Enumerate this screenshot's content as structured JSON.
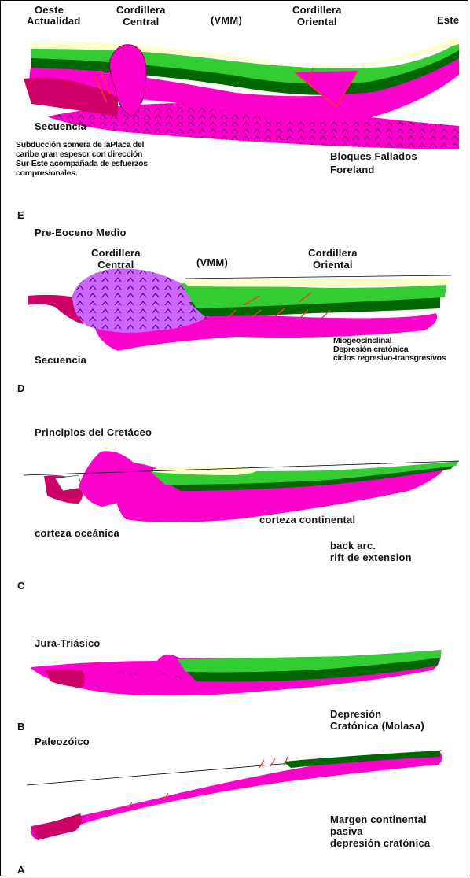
{
  "colors": {
    "magenta": "#ff00cc",
    "dark_magenta": "#cc0066",
    "purple": "#9933ff",
    "light_purple": "#cc66ff",
    "green": "#33cc33",
    "dark_green": "#006600",
    "cream": "#ffffcc",
    "red_fault": "#ff3333",
    "frame": "#000000"
  },
  "panel_E": {
    "labels": {
      "oeste": "Oeste",
      "actualidad": "Actualidad",
      "cordillera_central": "Cordillera\nCentral",
      "vmm": "(VMM)",
      "cordillera_oriental": "Cordillera\nOriental",
      "este": "Este",
      "secuencia": "Secuencia",
      "description": "Subducción somera de laPlaca del\ncaribe gran espesor con dirección\nSur-Este acompañada de esfuerzos\ncompresionales.",
      "bloques": "Bloques Fallados\nForeland",
      "letter": "E"
    }
  },
  "panel_D": {
    "labels": {
      "title": "Pre-Eoceno Medio",
      "cordillera_central": "Cordillera\nCentral",
      "vmm": "(VMM)",
      "cordillera_oriental": "Cordillera\nOriental",
      "secuencia": "Secuencia",
      "miogeo": "Miogeosinclinal\nDepresión cratónica\nciclos regresivo-transgresivos",
      "letter": "D"
    }
  },
  "panel_C": {
    "labels": {
      "title": "Principios del Cretáceo",
      "corteza_oceanica": "corteza oceánica",
      "corteza_continental": "corteza continental",
      "back_arc": "back arc.\nrift de extension",
      "letter": "C"
    }
  },
  "panel_B": {
    "labels": {
      "title": "Jura-Triásico",
      "depresion": "Depresión\nCratónica (Molasa)",
      "letter": "B"
    }
  },
  "panel_A": {
    "labels": {
      "title": "Paleozóico",
      "margen": "Margen continental\npasiva\ndepresión cratónica",
      "letter": "A"
    }
  }
}
